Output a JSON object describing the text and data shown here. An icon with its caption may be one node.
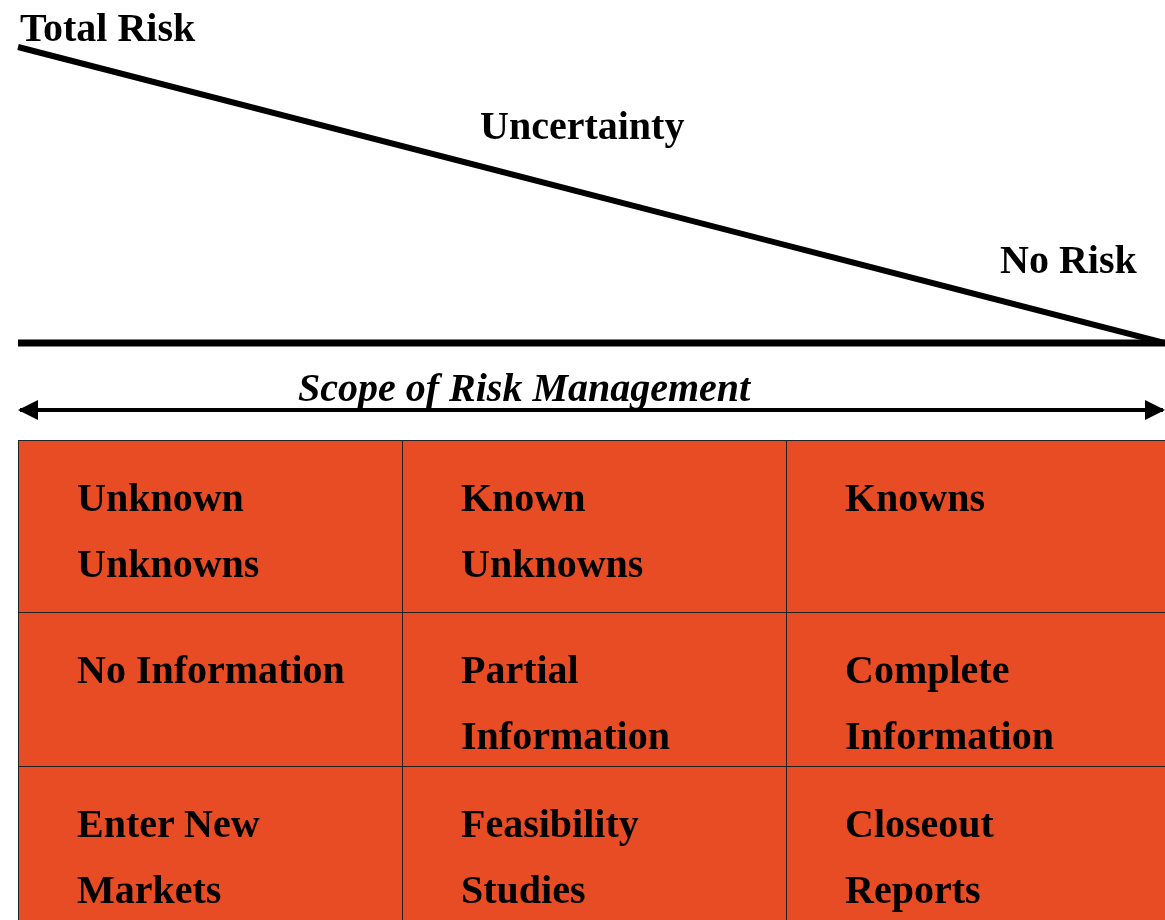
{
  "diagram": {
    "labels": [
      "Total Risk",
      "Uncertainty",
      "No Risk",
      "Scope of Risk Management",
      "Unknown Unknowns",
      "Known Unknowns",
      "Knowns",
      "No Information",
      "Partial Information",
      "Complete Information",
      "Enter New Markets",
      "Feasibility Studies",
      "Closeout Reports"
    ]
  }
}
